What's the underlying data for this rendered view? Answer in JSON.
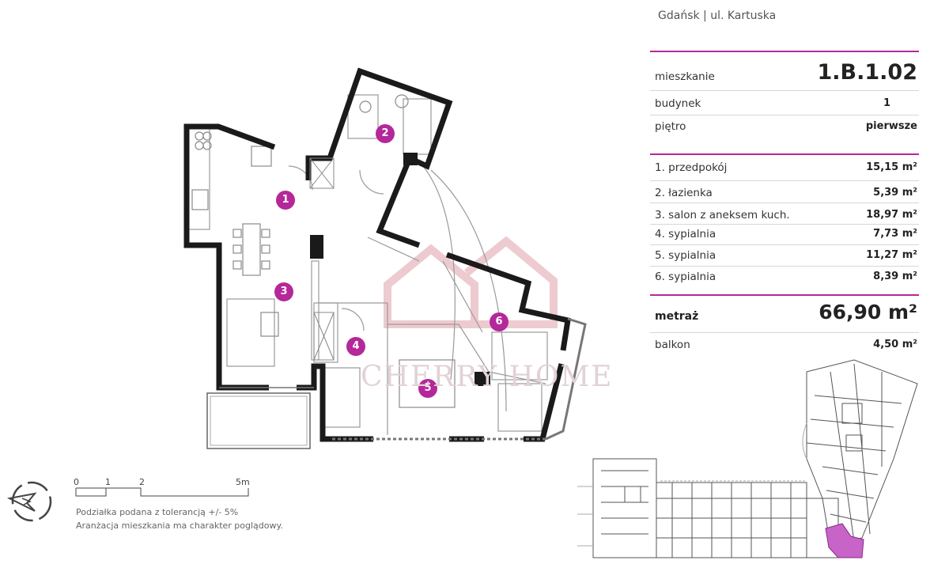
{
  "location": "Gdańsk | ul. Kartuska",
  "apartment": {
    "id_label": "mieszkanie",
    "id_value": "1.B.1.02",
    "building_label": "budynek",
    "building_value": "1",
    "floor_label": "piętro",
    "floor_value": "pierwsze"
  },
  "rooms": [
    {
      "label": "1. przedpokój",
      "area": "15,15 m²"
    },
    {
      "label": "2. łazienka",
      "area": "5,39 m²"
    },
    {
      "label": "3. salon z aneksem kuch.",
      "area": "18,97 m²"
    },
    {
      "label": "4. sypialnia",
      "area": "7,73 m²"
    },
    {
      "label": "5. sypialnia",
      "area": "11,27 m²"
    },
    {
      "label": "6. sypialnia",
      "area": "8,39 m²"
    }
  ],
  "room_numbers": [
    "1",
    "2",
    "3",
    "4",
    "5",
    "6"
  ],
  "total_label": "metraż",
  "total_value": "66,90 m²",
  "balcony_label": "balkon",
  "balcony_value": "4,50 m²",
  "scale": {
    "ticks": [
      "0",
      "1",
      "2",
      "5m"
    ]
  },
  "notes": [
    "Podziałka podana z tolerancją +/- 5%",
    "Aranżacja mieszkania ma charakter poglądowy."
  ],
  "watermark": "CHERRY HOME",
  "colors": {
    "accent": "#b4289a",
    "wall": "#1a1a1a",
    "highlight": "#c864c8"
  }
}
